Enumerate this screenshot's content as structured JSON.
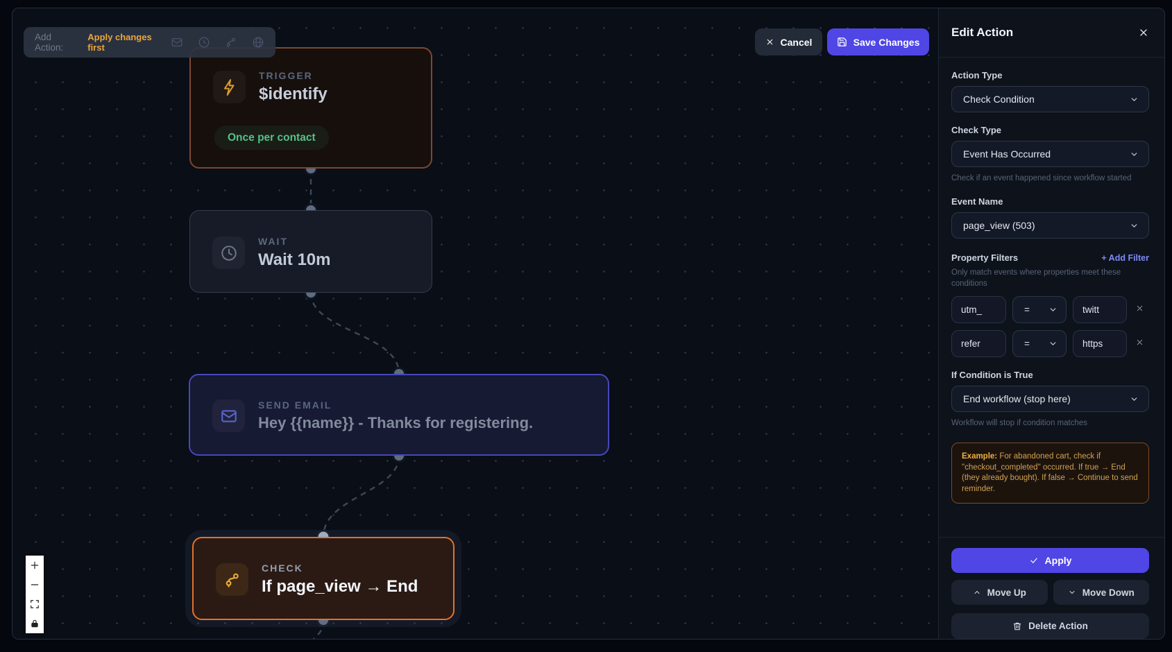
{
  "toolbar": {
    "add_action_label": "Add Action:",
    "disabled_hint": "Apply changes first",
    "icons": [
      "email-icon",
      "wait-clock-icon",
      "branch-icon",
      "globe-icon"
    ]
  },
  "header_actions": {
    "cancel": "Cancel",
    "save": "Save Changes"
  },
  "canvas": {
    "nodes": [
      {
        "type": "TRIGGER",
        "title": "$identify",
        "badge": "Once per contact",
        "icon": "lightning-icon"
      },
      {
        "type": "WAIT",
        "title": "Wait 10m",
        "icon": "clock-icon"
      },
      {
        "type": "SEND EMAIL",
        "title": "Hey {{name}} - Thanks for registering.",
        "icon": "envelope-icon"
      },
      {
        "type": "CHECK",
        "title": "If page_view → End",
        "icon": "branch-icon"
      }
    ],
    "controls": [
      "zoom-in",
      "zoom-out",
      "fit-view",
      "lock"
    ]
  },
  "panel": {
    "title": "Edit Action",
    "action_type": {
      "label": "Action Type",
      "value": "Check Condition"
    },
    "check_type": {
      "label": "Check Type",
      "value": "Event Has Occurred",
      "helper": "Check if an event happened since workflow started"
    },
    "event_name": {
      "label": "Event Name",
      "value": "page_view (503)"
    },
    "property_filters": {
      "label": "Property Filters",
      "add_filter": "+  Add Filter",
      "helper": "Only match events where properties meet these conditions",
      "rows": [
        {
          "property": "utm_",
          "op": "=",
          "value": "twitt"
        },
        {
          "property": "refer",
          "op": "=",
          "value": "https"
        }
      ]
    },
    "if_true": {
      "label": "If Condition is True",
      "value": "End workflow (stop here)",
      "helper": "Workflow will stop if condition matches"
    },
    "example": {
      "bold": "Example:",
      "text": " For abandoned cart, check if \"checkout_completed\" occurred. If true → End (they already bought). If false → Continue to send reminder."
    },
    "footer": {
      "apply": "Apply",
      "move_up": "Move Up",
      "move_down": "Move Down",
      "delete": "Delete Action"
    }
  },
  "colors": {
    "accent_indigo": "#4f46e5",
    "check_orange": "#e4722b",
    "amber_icon": "#f0b13a",
    "badge_green": "#55c189",
    "warning_amber": "#eba63b",
    "canvas_bg": "#0a0e16",
    "panel_bg": "#0d121b"
  }
}
